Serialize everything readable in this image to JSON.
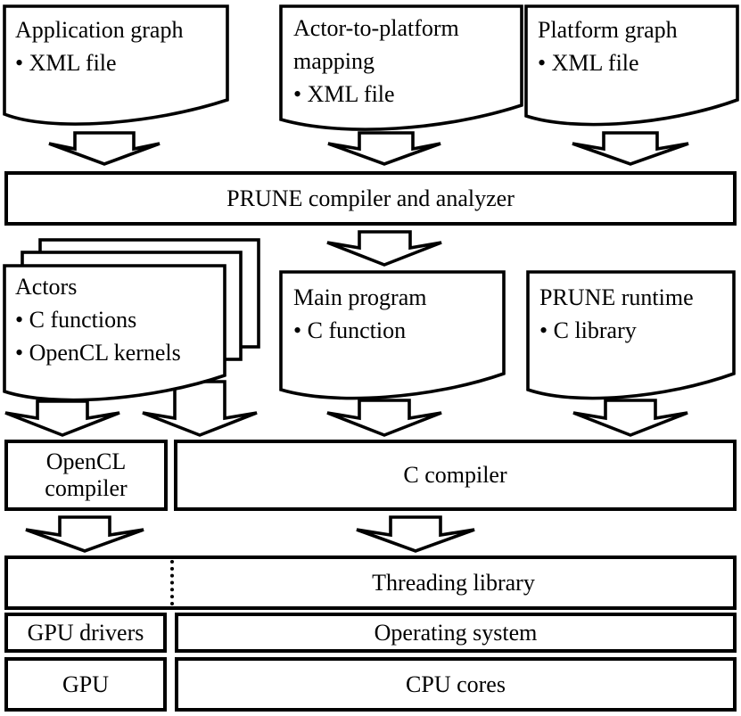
{
  "diagram": {
    "top_documents": [
      {
        "lines": [
          "Application graph",
          "• XML file"
        ]
      },
      {
        "lines": [
          "Actor-to-platform",
          "mapping",
          "• XML file"
        ]
      },
      {
        "lines": [
          "Platform graph",
          "• XML file"
        ]
      }
    ],
    "compiler_bar": {
      "label": "PRUNE compiler and analyzer"
    },
    "mid_documents": [
      {
        "lines": [
          "Actors",
          "• C functions",
          "• OpenCL kernels"
        ]
      },
      {
        "lines": [
          "Main program",
          "• C function"
        ]
      },
      {
        "lines": [
          "PRUNE runtime",
          "• C library"
        ]
      }
    ],
    "compilers": [
      {
        "label": "OpenCL compiler"
      },
      {
        "label": "C compiler"
      }
    ],
    "platform_stack": {
      "threading": "Threading library",
      "gpu_drivers": "GPU drivers",
      "operating_system": "Operating system",
      "gpu": "GPU",
      "cpu_cores": "CPU cores"
    },
    "colors": {
      "line": "#000000",
      "background": "#ffffff"
    }
  }
}
